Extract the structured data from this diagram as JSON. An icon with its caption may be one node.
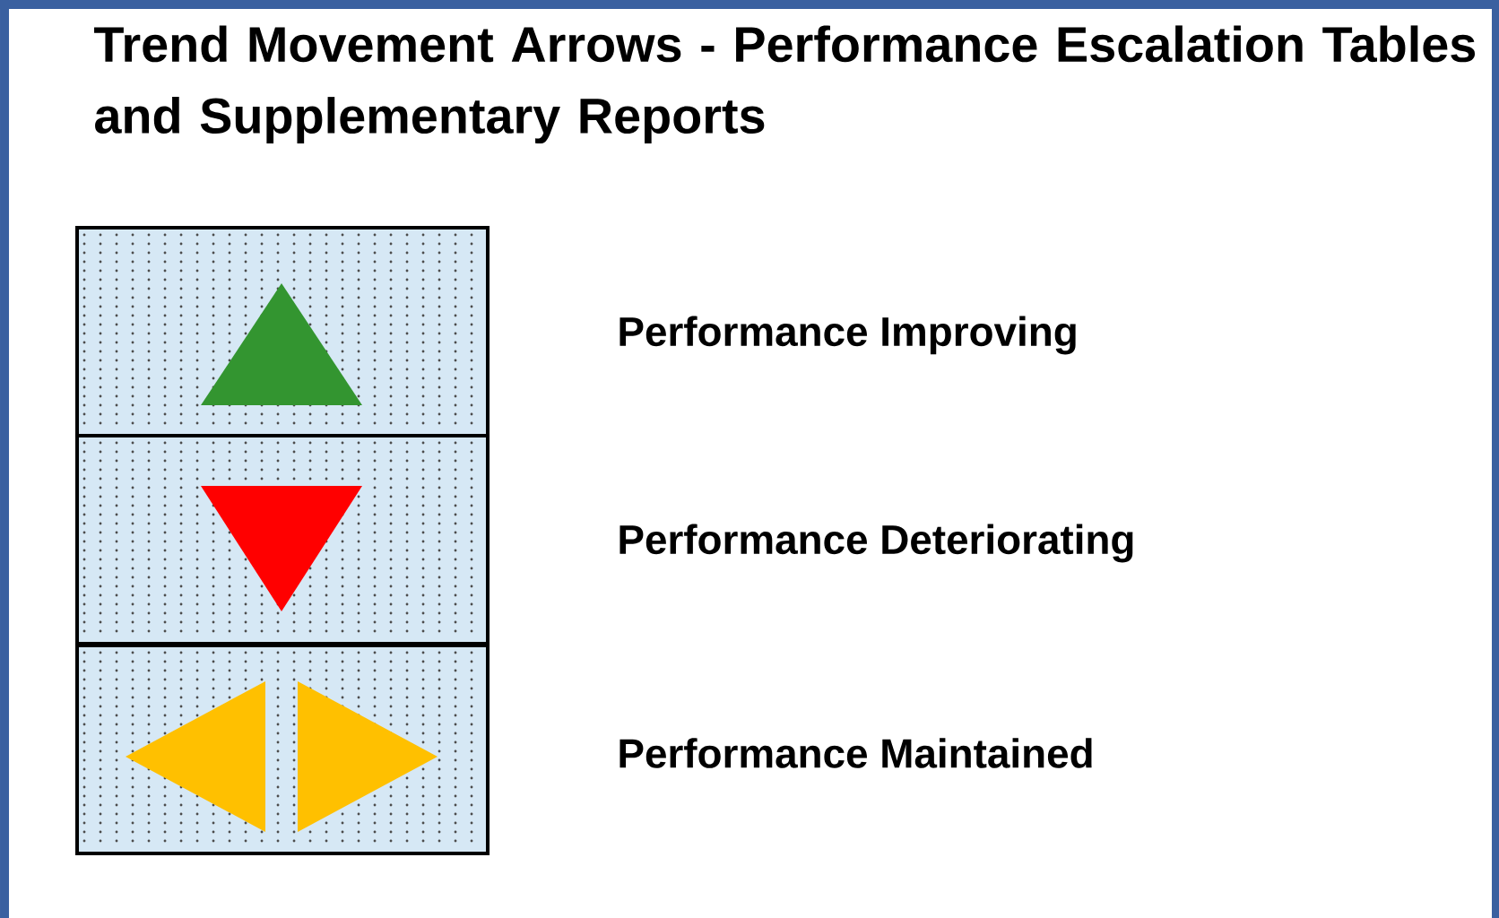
{
  "diagram": {
    "title": "Trend Movement Arrows - Performance Escalation Tables and Supplementary Reports",
    "legend": [
      {
        "text": "Performance Improving"
      },
      {
        "text": "Performance Deteriorating"
      },
      {
        "text": "Performance Maintained"
      }
    ]
  }
}
